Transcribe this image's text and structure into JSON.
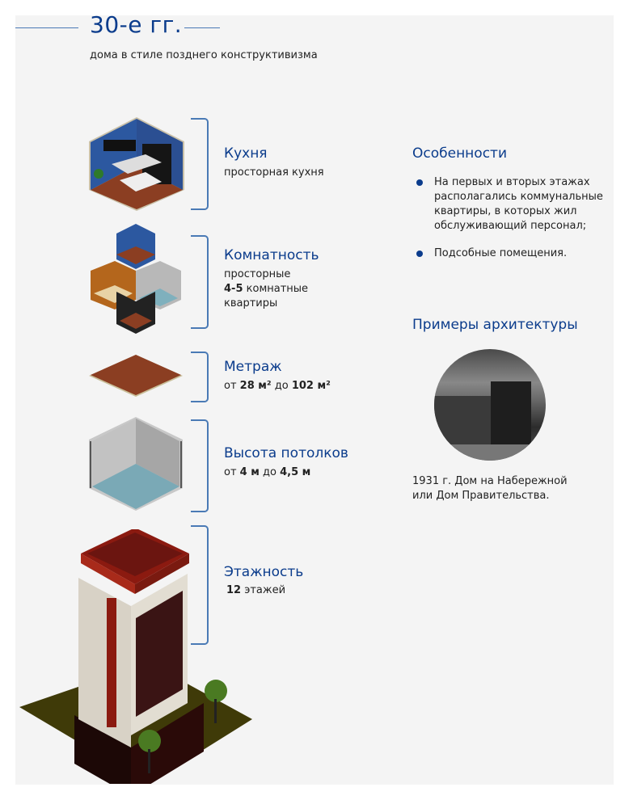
{
  "header": {
    "title": "30-е гг.",
    "subtitle": "дома в стиле позднего конструктивизма"
  },
  "features": [
    {
      "title": "Кухня",
      "lines": [
        "просторная кухня"
      ],
      "icon": "kitchen-room-icon"
    },
    {
      "title": "Комнатность",
      "line1": "просторные",
      "bold": "4-5",
      "line2": " комнатные",
      "line3": "квартиры",
      "icon": "rooms-cluster-icon"
    },
    {
      "title": "Метраж",
      "pre": "от ",
      "v1": "28 м²",
      "mid": " до ",
      "v2": "102 м²",
      "icon": "floor-tile-icon"
    },
    {
      "title": "Высота потолков",
      "pre": "от ",
      "v1": "4 м",
      "mid": " до ",
      "v2": "4,5 м",
      "icon": "empty-room-icon"
    },
    {
      "title": "Этажность",
      "v1": "12",
      "post": " этажей",
      "icon": "building-icon"
    }
  ],
  "side": {
    "features_title": "Особенности",
    "bullets": [
      [
        "На первых и вторых этажах",
        "располагались коммунальные",
        "квартиры, в которых жил",
        "обслуживающий персонал;"
      ],
      [
        "Подсобные помещения."
      ]
    ],
    "examples_title": "Примеры архитектуры",
    "caption_line1": "1931 г. Дом на Набережной",
    "caption_line2": "или Дом Правительства."
  },
  "colors": {
    "accent": "#0b3c8c",
    "bracket": "#4a7ab5",
    "panel": "#f4f4f4"
  }
}
